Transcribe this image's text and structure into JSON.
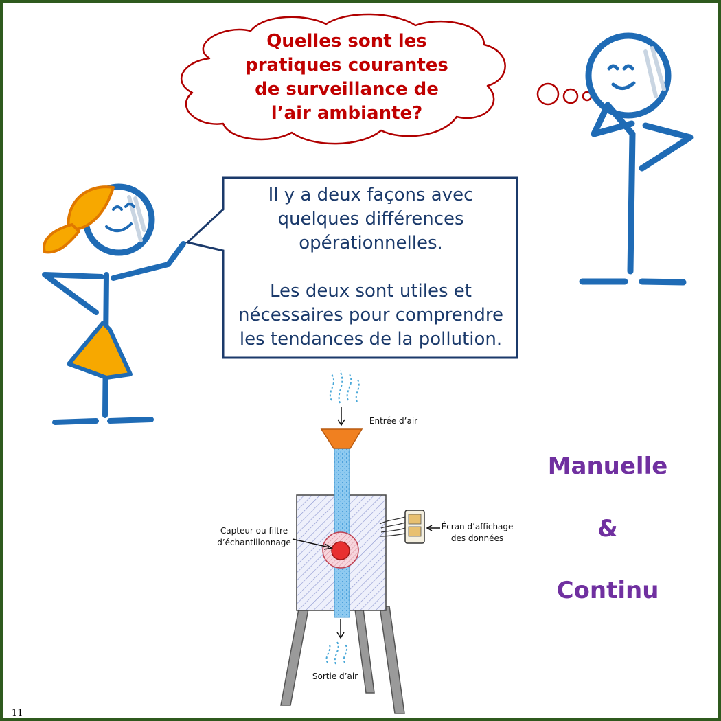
{
  "thought_bubble": {
    "lines": [
      "Quelles sont les",
      "pratiques courantes",
      "de surveillance de",
      "l’air ambiante?"
    ]
  },
  "speech_bubble": {
    "paragraph1": [
      "Il y a deux façons avec",
      "quelques différences",
      "opérationnelles."
    ],
    "paragraph2": [
      "Les deux sont utiles et",
      "nécessaires pour comprendre",
      "les tendances de la pollution."
    ]
  },
  "methods": {
    "first": "Manuelle",
    "connector": "&",
    "second": "Continu"
  },
  "diagram": {
    "inlet_label": "Entrée d’air",
    "sensor_label": [
      "Capteur ou filtre",
      "d’échantillonnage"
    ],
    "display_label": [
      "Écran d’affichage",
      "des données"
    ],
    "outlet_label": "Sortie d’air"
  },
  "page_number": "11",
  "colors": {
    "frame": "#2f5a1e",
    "stick_figure": "#1f6bb5",
    "hair_dress": "#f7a800",
    "cloud_outline": "#b00000",
    "question_text": "#c00000",
    "speech_border": "#1b3a6b",
    "methods_text": "#7030a0",
    "funnel": "#f08020"
  }
}
